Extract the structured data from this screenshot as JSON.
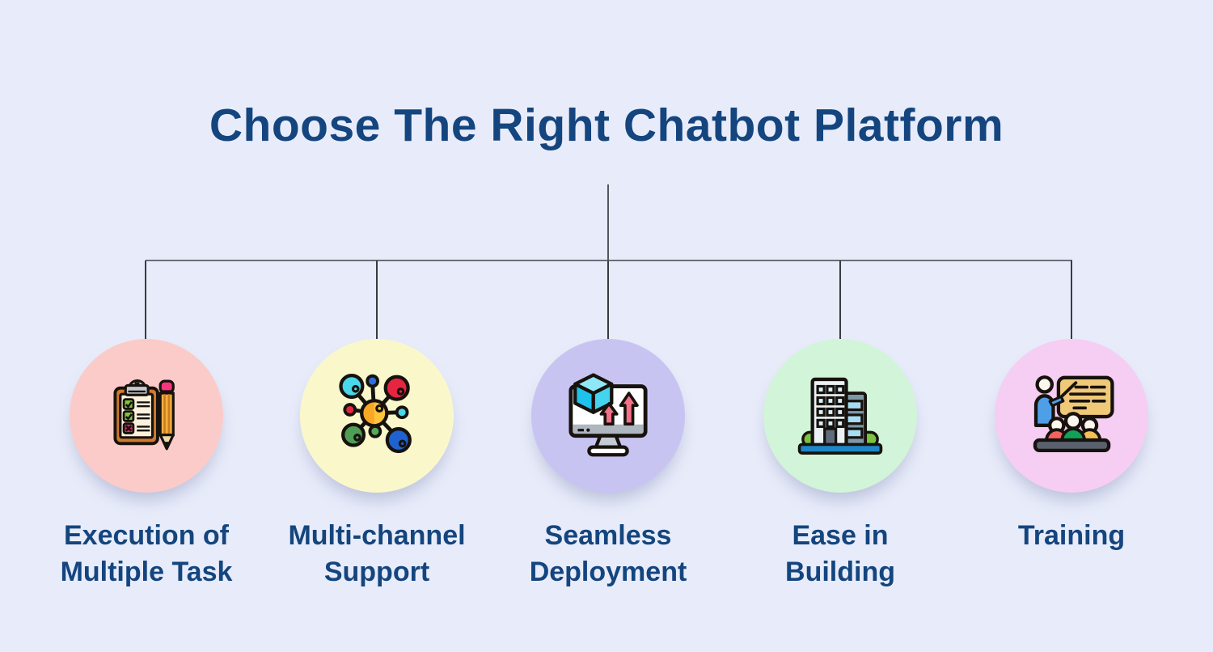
{
  "title": "Choose The Right Chatbot Platform",
  "theme": {
    "background": "#E8ECFA",
    "heading_color": "#14457E",
    "label_color": "#14457E",
    "connector_color": "#55565C"
  },
  "nodes": [
    {
      "icon": "clipboard-checklist-icon",
      "circle_color": "#FBCBC9",
      "label_line1": "Execution of",
      "label_line2": "Multiple Task"
    },
    {
      "icon": "network-hub-icon",
      "circle_color": "#FAF8CB",
      "label_line1": "Multi-channel",
      "label_line2": "Support"
    },
    {
      "icon": "monitor-deployment-icon",
      "circle_color": "#C8C4F2",
      "label_line1": "Seamless",
      "label_line2": "Deployment"
    },
    {
      "icon": "building-icon",
      "circle_color": "#D2F4D9",
      "label_line1": "Ease in",
      "label_line2": "Building"
    },
    {
      "icon": "training-presentation-icon",
      "circle_color": "#F6CDF3",
      "label_line1": "Training",
      "label_line2": ""
    }
  ]
}
